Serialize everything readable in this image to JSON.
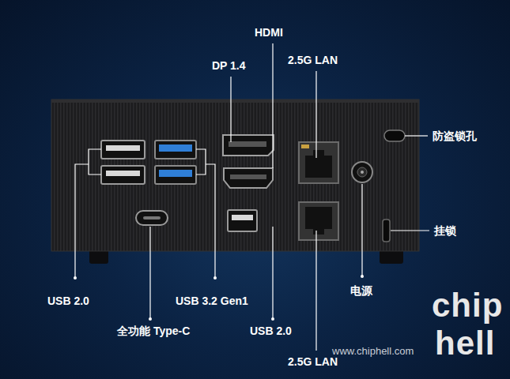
{
  "diagram": {
    "labels": [
      "HDMI",
      "DP 1.4",
      "2.5G LAN",
      "防盗锁孔",
      "挂锁",
      "USB 2.0",
      "USB 3.2 Gen1",
      "全功能 Type-C",
      "USB 2.0",
      "2.5G LAN",
      "电源",
      "www.chiphell.com",
      "chip",
      "hell"
    ]
  }
}
